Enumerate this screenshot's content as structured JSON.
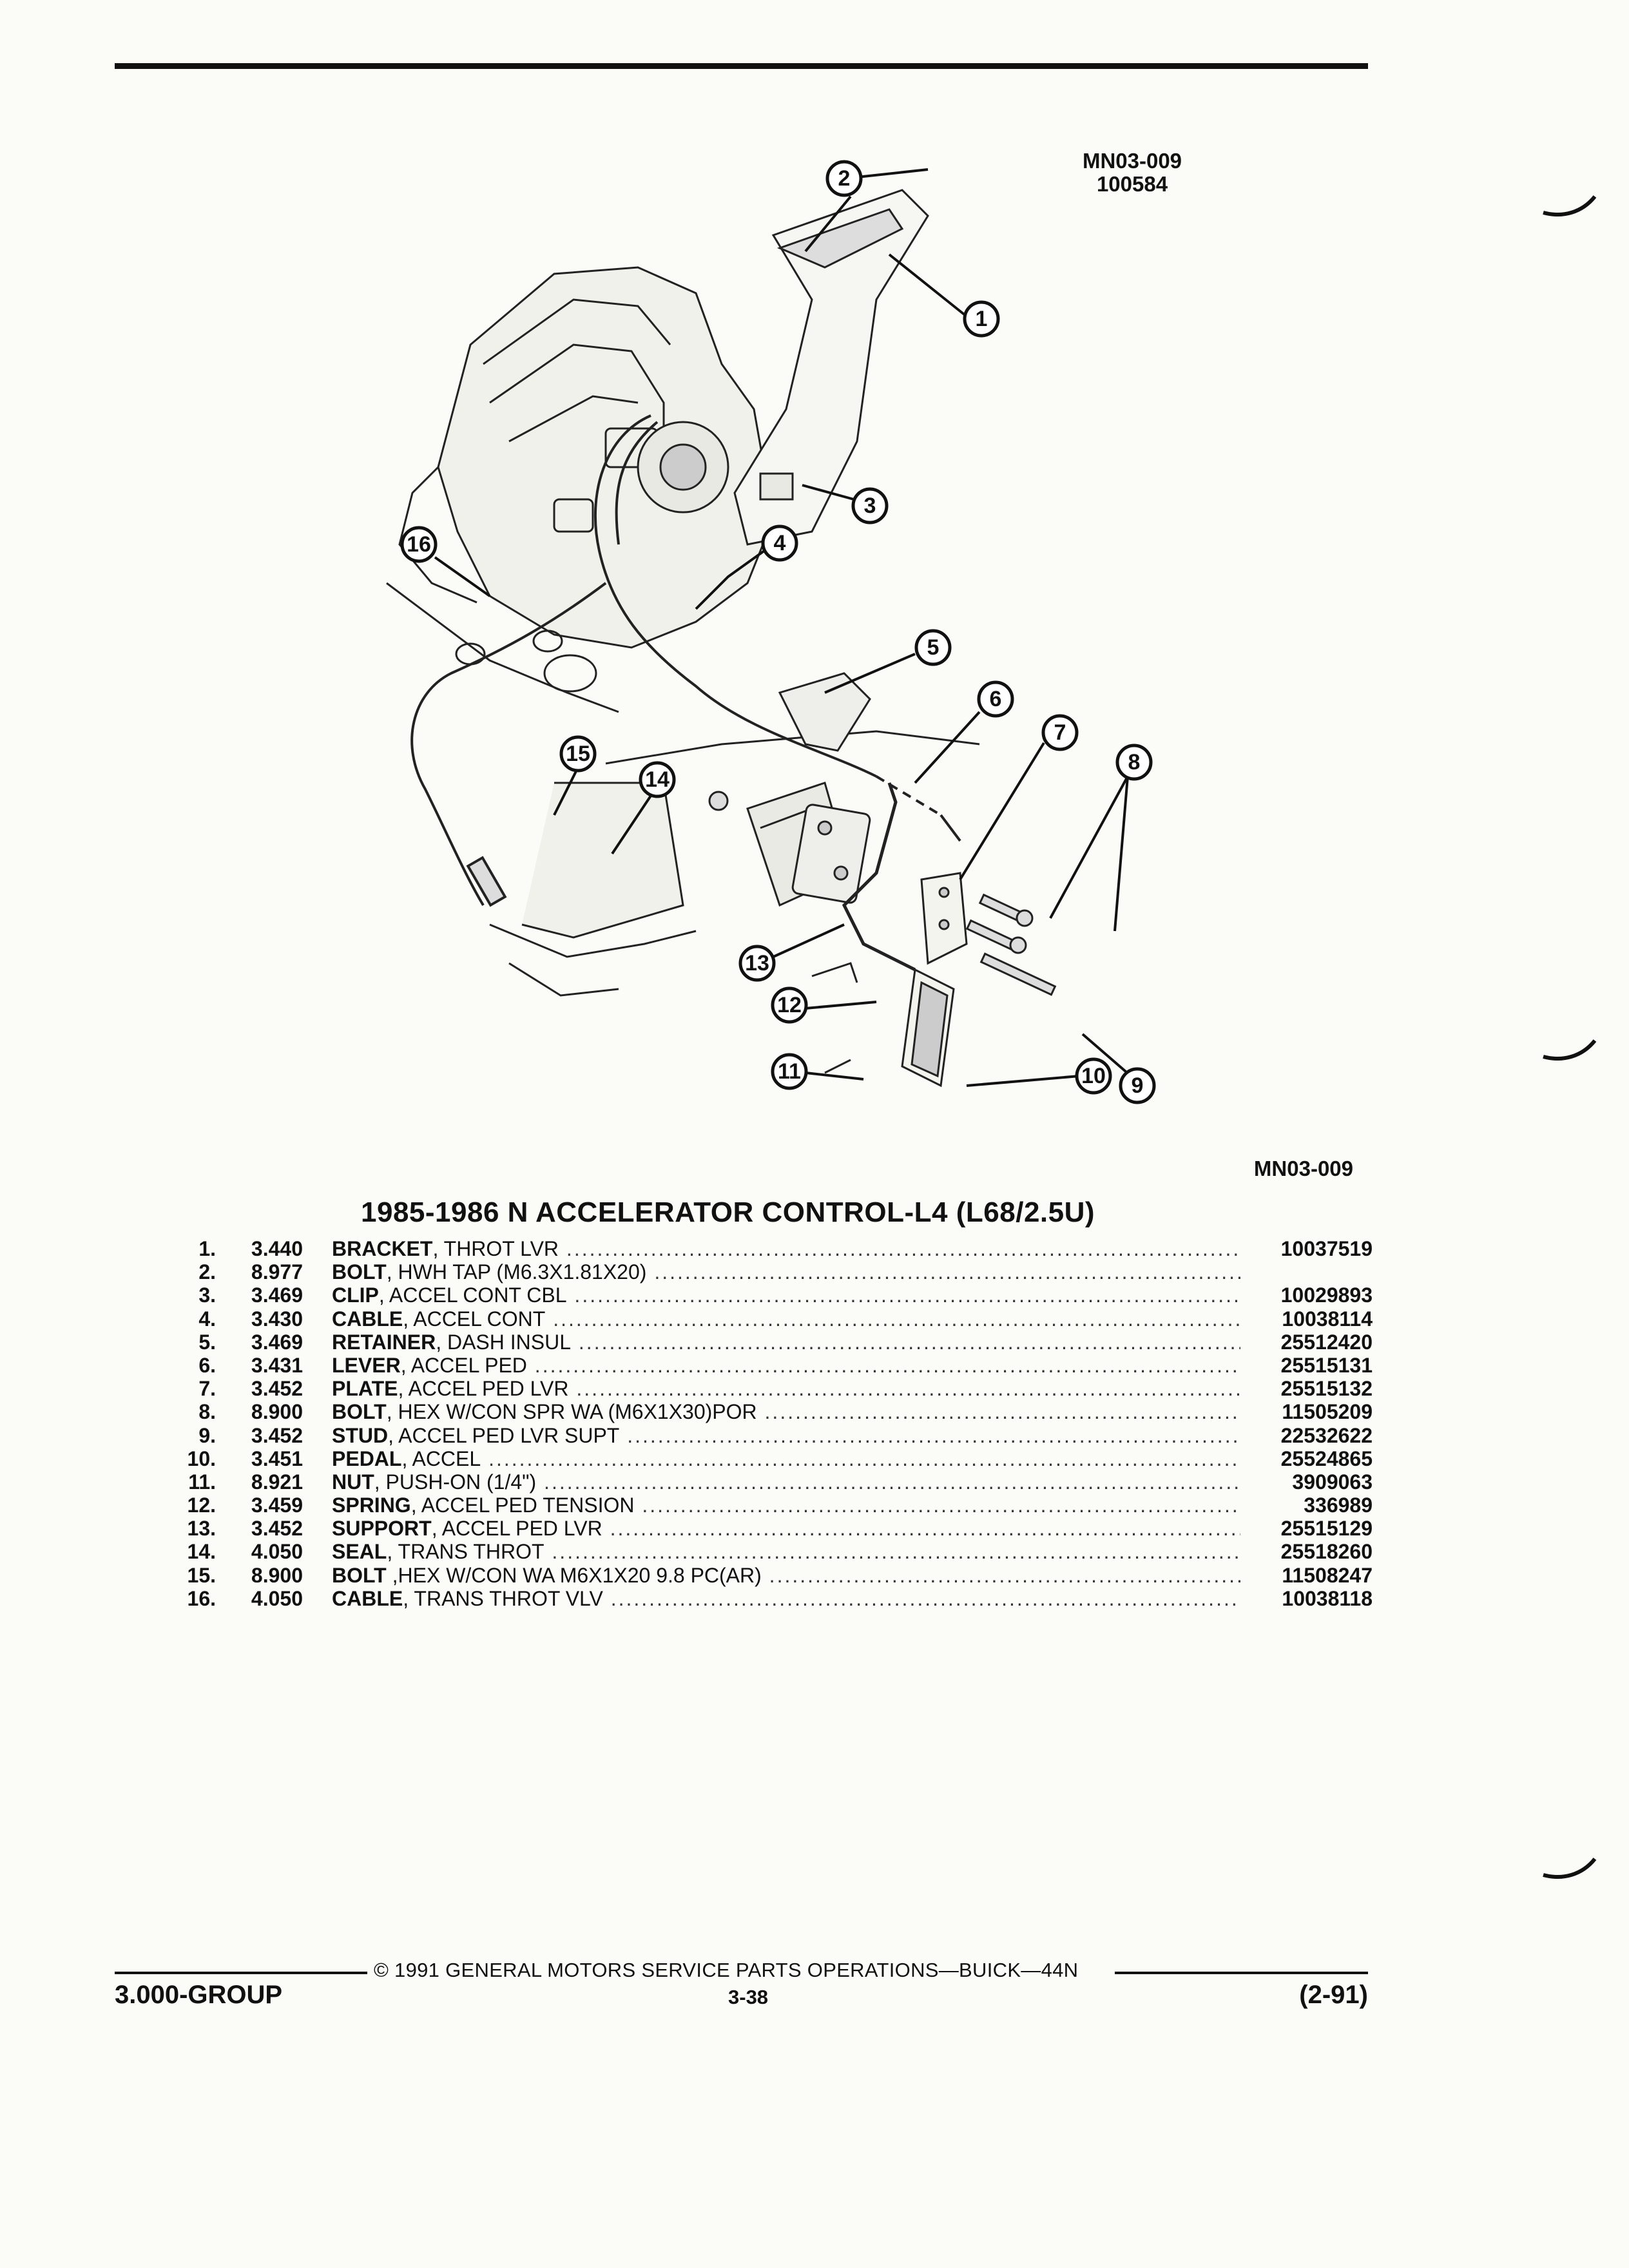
{
  "header": {
    "drawing_code": "MN03-009",
    "drawing_number": "100584"
  },
  "diagram": {
    "callouts": [
      "1",
      "2",
      "3",
      "4",
      "5",
      "6",
      "7",
      "8",
      "9",
      "10",
      "11",
      "12",
      "13",
      "14",
      "15",
      "16"
    ],
    "figure_code": "MN03-009"
  },
  "section": {
    "title": "1985-1986 N ACCELERATOR CONTROL-L4 (L68/2.5U)"
  },
  "parts": [
    {
      "num": "1.",
      "code": "3.440",
      "name": "BRACKET",
      "desc": ", THROT LVR",
      "part_no": "10037519"
    },
    {
      "num": "2.",
      "code": "8.977",
      "name": "BOLT",
      "desc": ", HWH TAP (M6.3X1.81X20)",
      "part_no": ""
    },
    {
      "num": "3.",
      "code": "3.469",
      "name": "CLIP",
      "desc": ", ACCEL CONT CBL",
      "part_no": "10029893"
    },
    {
      "num": "4.",
      "code": "3.430",
      "name": "CABLE",
      "desc": ", ACCEL CONT",
      "part_no": "10038114"
    },
    {
      "num": "5.",
      "code": "3.469",
      "name": "RETAINER",
      "desc": ", DASH INSUL",
      "part_no": "25512420"
    },
    {
      "num": "6.",
      "code": "3.431",
      "name": "LEVER",
      "desc": ", ACCEL PED",
      "part_no": "25515131"
    },
    {
      "num": "7.",
      "code": "3.452",
      "name": "PLATE",
      "desc": ", ACCEL PED LVR",
      "part_no": "25515132"
    },
    {
      "num": "8.",
      "code": "8.900",
      "name": "BOLT",
      "desc": ", HEX W/CON SPR WA (M6X1X30)POR",
      "part_no": "11505209"
    },
    {
      "num": "9.",
      "code": "3.452",
      "name": "STUD",
      "desc": ", ACCEL PED LVR SUPT",
      "part_no": "22532622"
    },
    {
      "num": "10.",
      "code": "3.451",
      "name": "PEDAL",
      "desc": ", ACCEL",
      "part_no": "25524865"
    },
    {
      "num": "11.",
      "code": "8.921",
      "name": "NUT",
      "desc": ", PUSH-ON (1/4\")",
      "part_no": "3909063"
    },
    {
      "num": "12.",
      "code": "3.459",
      "name": "SPRING",
      "desc": ", ACCEL PED TENSION",
      "part_no": "336989"
    },
    {
      "num": "13.",
      "code": "3.452",
      "name": "SUPPORT",
      "desc": ", ACCEL PED LVR",
      "part_no": "25515129"
    },
    {
      "num": "14.",
      "code": "4.050",
      "name": "SEAL",
      "desc": ", TRANS THROT",
      "part_no": "25518260"
    },
    {
      "num": "15.",
      "code": "8.900",
      "name": "BOLT",
      "desc": " ,HEX W/CON WA M6X1X20 9.8 PC(AR)",
      "part_no": "11508247"
    },
    {
      "num": "16.",
      "code": "4.050",
      "name": "CABLE",
      "desc": ", TRANS THROT VLV",
      "part_no": "10038118"
    }
  ],
  "footer": {
    "copyright": "© 1991 GENERAL MOTORS SERVICE PARTS OPERATIONS—BUICK—44N",
    "group": "3.000-GROUP",
    "page": "3-38",
    "date": "(2-91)"
  }
}
